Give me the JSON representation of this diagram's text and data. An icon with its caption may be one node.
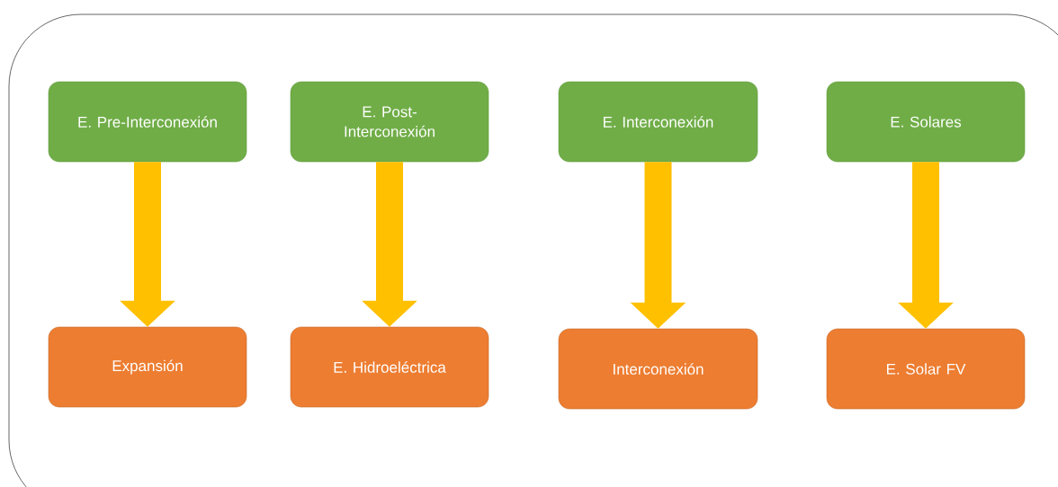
{
  "diagram": {
    "nodes": [
      {
        "text": [
          "E. Pre-Interconexión"
        ]
      },
      {
        "text": [
          "E. Post-Interconexión"
        ]
      },
      {
        "text": [
          "E. Interconexión"
        ]
      },
      {
        "text": [
          "E. Solares"
        ]
      },
      {
        "text": [
          "Expansión"
        ]
      },
      {
        "text": [
          "E. Hidroeléctrica"
        ]
      },
      {
        "text": [
          "Interconexión"
        ]
      },
      {
        "text": [
          "E. Solar FV"
        ]
      }
    ],
    "edges": [
      {
        "from": 0,
        "to": 4,
        "arrow": "to"
      },
      {
        "from": 1,
        "to": 5,
        "arrow": "to"
      },
      {
        "from": 2,
        "to": 6,
        "arrow": "to"
      },
      {
        "from": 3,
        "to": 7,
        "arrow": "to"
      }
    ]
  }
}
